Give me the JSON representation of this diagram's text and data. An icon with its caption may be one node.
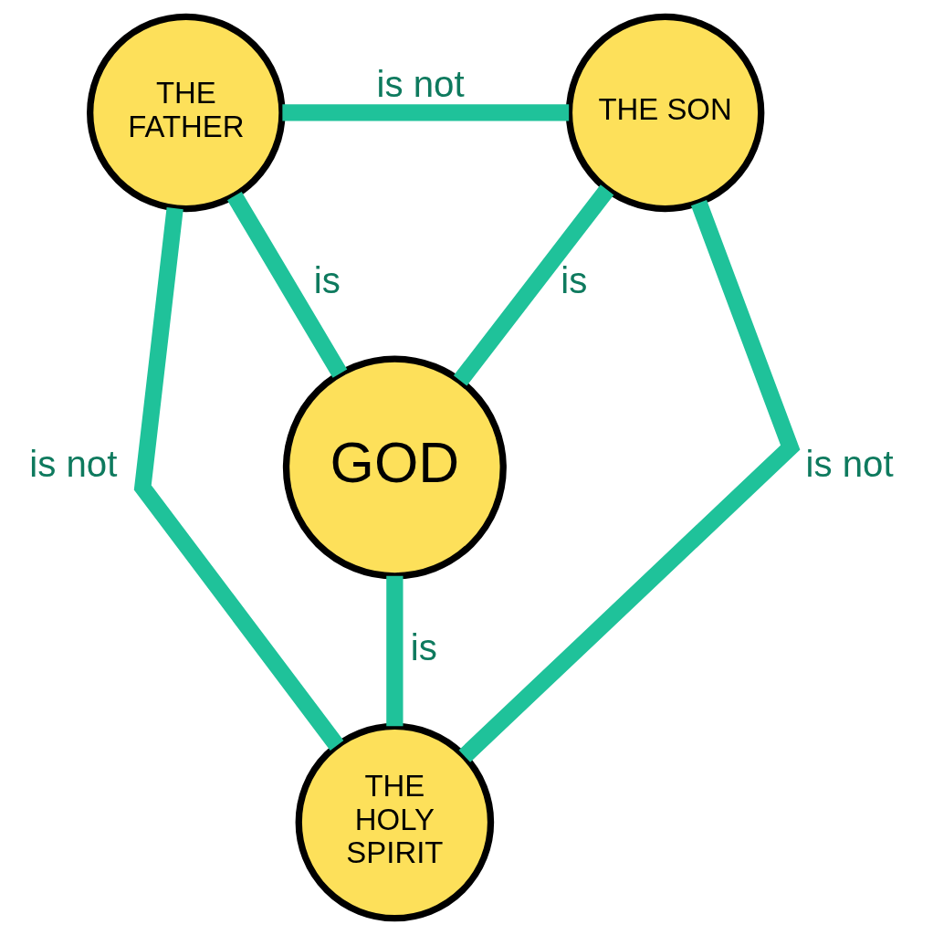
{
  "diagram": {
    "nodes": [
      {
        "text": [
          "THE FATHER"
        ]
      },
      {
        "text": [
          "THE SON"
        ]
      },
      {
        "text": [
          "GOD"
        ]
      },
      {
        "text": [
          "THE HOLY SPIRIT"
        ]
      }
    ],
    "edges": [
      {
        "from": 0,
        "to": 1,
        "arrow": "none",
        "label": "is not"
      },
      {
        "from": 0,
        "to": 2,
        "arrow": "none",
        "label": "is"
      },
      {
        "from": 1,
        "to": 2,
        "arrow": "none",
        "label": "is"
      },
      {
        "from": 2,
        "to": 3,
        "arrow": "none",
        "label": "is"
      },
      {
        "from": 0,
        "to": 3,
        "arrow": "none",
        "label": "is not"
      },
      {
        "from": 1,
        "to": 3,
        "arrow": "none",
        "label": "is not"
      }
    ]
  }
}
